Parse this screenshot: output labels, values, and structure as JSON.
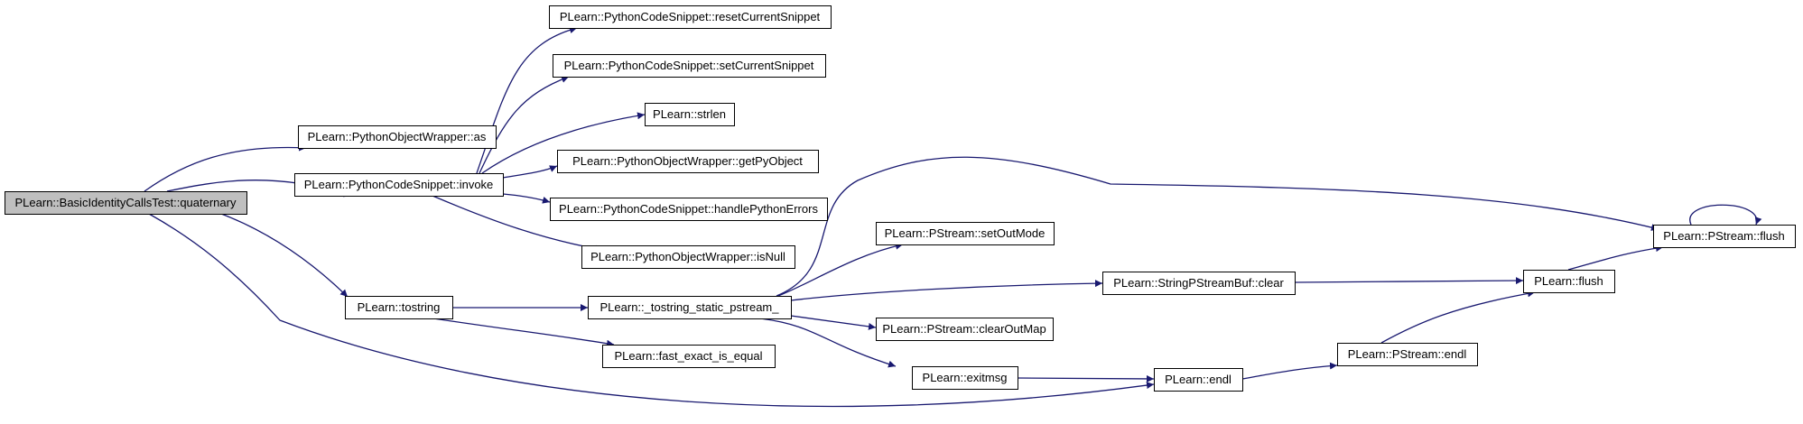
{
  "diagram": {
    "type": "call-graph",
    "colors": {
      "edge": "#191970",
      "node_fill": "#ffffff",
      "root_fill": "#bfbfbf",
      "node_border": "#000000"
    },
    "nodes": [
      {
        "id": "quaternary",
        "label": "PLearn::BasicIdentityCallsTest::quaternary",
        "root": true
      },
      {
        "id": "as",
        "label": "PLearn::PythonObjectWrapper::as"
      },
      {
        "id": "invoke",
        "label": "PLearn::PythonCodeSnippet::invoke"
      },
      {
        "id": "tostring",
        "label": "PLearn::tostring"
      },
      {
        "id": "resetCurrentSnippet",
        "label": "PLearn::PythonCodeSnippet::resetCurrentSnippet"
      },
      {
        "id": "setCurrentSnippet",
        "label": "PLearn::PythonCodeSnippet::setCurrentSnippet"
      },
      {
        "id": "strlen",
        "label": "PLearn::strlen"
      },
      {
        "id": "getPyObject",
        "label": "PLearn::PythonObjectWrapper::getPyObject"
      },
      {
        "id": "handlePythonErrors",
        "label": "PLearn::PythonCodeSnippet::handlePythonErrors"
      },
      {
        "id": "isNull",
        "label": "PLearn::PythonObjectWrapper::isNull"
      },
      {
        "id": "tostring_static",
        "label": "PLearn::_tostring_static_pstream_"
      },
      {
        "id": "fast_exact",
        "label": "PLearn::fast_exact_is_equal"
      },
      {
        "id": "setOutMode",
        "label": "PLearn::PStream::setOutMode"
      },
      {
        "id": "spb_clear",
        "label": "PLearn::StringPStreamBuf::clear"
      },
      {
        "id": "clearOutMap",
        "label": "PLearn::PStream::clearOutMap"
      },
      {
        "id": "exitmsg",
        "label": "PLearn::exitmsg"
      },
      {
        "id": "endl",
        "label": "PLearn::endl"
      },
      {
        "id": "pstream_endl",
        "label": "PLearn::PStream::endl"
      },
      {
        "id": "flush",
        "label": "PLearn::flush"
      },
      {
        "id": "pstream_flush",
        "label": "PLearn::PStream::flush"
      }
    ],
    "edges": [
      {
        "from": "quaternary",
        "to": "as"
      },
      {
        "from": "quaternary",
        "to": "invoke"
      },
      {
        "from": "quaternary",
        "to": "tostring"
      },
      {
        "from": "quaternary",
        "to": "endl"
      },
      {
        "from": "invoke",
        "to": "resetCurrentSnippet"
      },
      {
        "from": "invoke",
        "to": "setCurrentSnippet"
      },
      {
        "from": "invoke",
        "to": "strlen"
      },
      {
        "from": "invoke",
        "to": "getPyObject"
      },
      {
        "from": "invoke",
        "to": "handlePythonErrors"
      },
      {
        "from": "invoke",
        "to": "isNull"
      },
      {
        "from": "tostring",
        "to": "tostring_static"
      },
      {
        "from": "tostring",
        "to": "fast_exact"
      },
      {
        "from": "tostring_static",
        "to": "pstream_flush"
      },
      {
        "from": "tostring_static",
        "to": "setOutMode"
      },
      {
        "from": "tostring_static",
        "to": "spb_clear"
      },
      {
        "from": "tostring_static",
        "to": "clearOutMap"
      },
      {
        "from": "tostring_static",
        "to": "exitmsg"
      },
      {
        "from": "exitmsg",
        "to": "endl"
      },
      {
        "from": "endl",
        "to": "pstream_endl"
      },
      {
        "from": "pstream_endl",
        "to": "flush"
      },
      {
        "from": "spb_clear",
        "to": "flush"
      },
      {
        "from": "flush",
        "to": "pstream_flush"
      },
      {
        "from": "pstream_flush",
        "to": "pstream_flush"
      }
    ]
  }
}
